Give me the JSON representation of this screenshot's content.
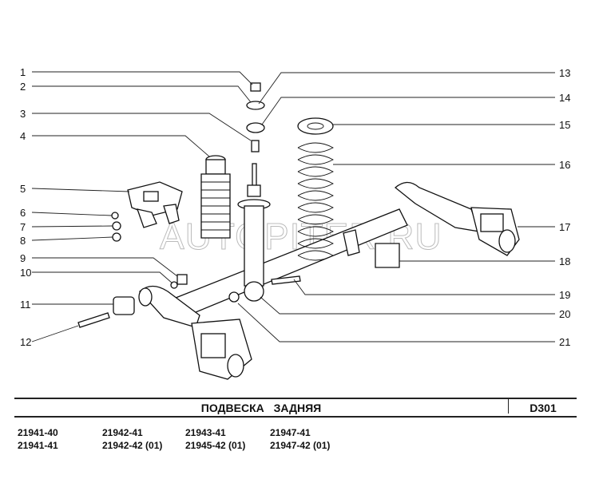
{
  "callouts_left": [
    "1",
    "2",
    "3",
    "4",
    "5",
    "6",
    "7",
    "8",
    "9",
    "10",
    "11",
    "12"
  ],
  "callouts_right": [
    "13",
    "14",
    "15",
    "16",
    "17",
    "18",
    "19",
    "20",
    "21"
  ],
  "watermark": "AUTOPITER.RU",
  "title": "ПОДВЕСКА ЗАДНЯЯ",
  "code": "D301",
  "models": [
    "21941-40",
    "21942-41",
    "21943-41",
    "21947-41",
    "21941-41",
    "21942-42 (01)",
    "21945-42 (01)",
    "21947-42 (01)"
  ]
}
